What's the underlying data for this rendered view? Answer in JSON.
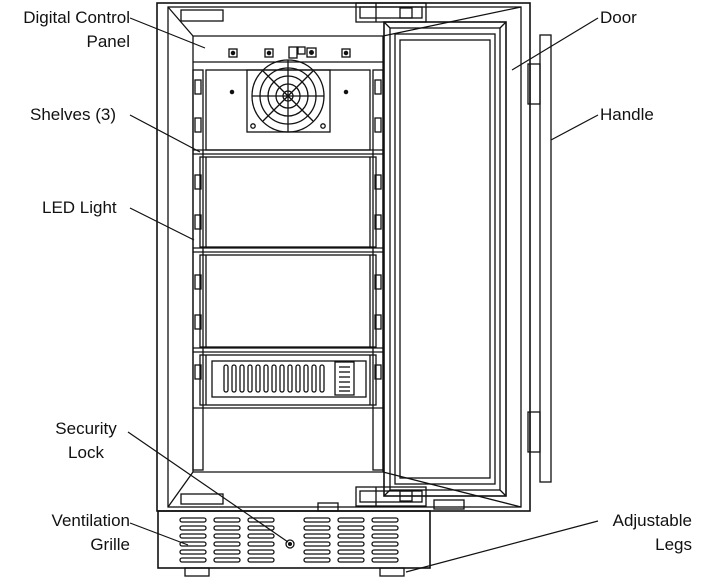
{
  "labels": {
    "digital_control_panel": [
      "Digital Control",
      "Panel"
    ],
    "shelves": "Shelves (3)",
    "led_light": "LED Light",
    "security_lock": [
      "Security",
      "Lock"
    ],
    "ventilation_grille": [
      "Ventilation",
      "Grille"
    ],
    "door": "Door",
    "handle": "Handle",
    "adjustable_legs": [
      "Adjustable",
      "Legs"
    ]
  },
  "shelf_count": 3,
  "line_color": "#111111"
}
